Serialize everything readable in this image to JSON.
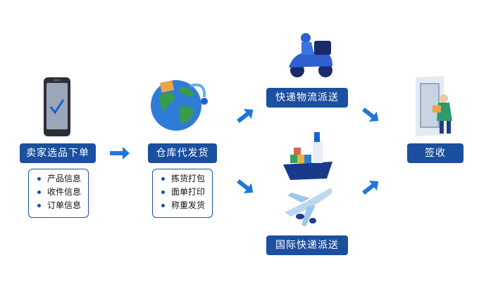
{
  "steps": {
    "order": {
      "label": "卖家选品下单",
      "details": [
        "产品信息",
        "收件信息",
        "订单信息"
      ]
    },
    "warehouse": {
      "label": "仓库代发货",
      "details": [
        "拣货打包",
        "面单打印",
        "称重发货"
      ]
    },
    "domestic": {
      "label": "快递物流派送"
    },
    "international": {
      "label": "国际快递派送"
    },
    "sign": {
      "label": "签收"
    }
  },
  "icons": [
    "phone-icon",
    "globe-icon",
    "scooter-courier-icon",
    "cargo-ship-icon",
    "airplane-icon",
    "door-delivery-icon"
  ],
  "colors": {
    "label_bg": "#1b4f9f",
    "arrow": "#1e78d6",
    "detail_border": "#1b4f9f"
  }
}
